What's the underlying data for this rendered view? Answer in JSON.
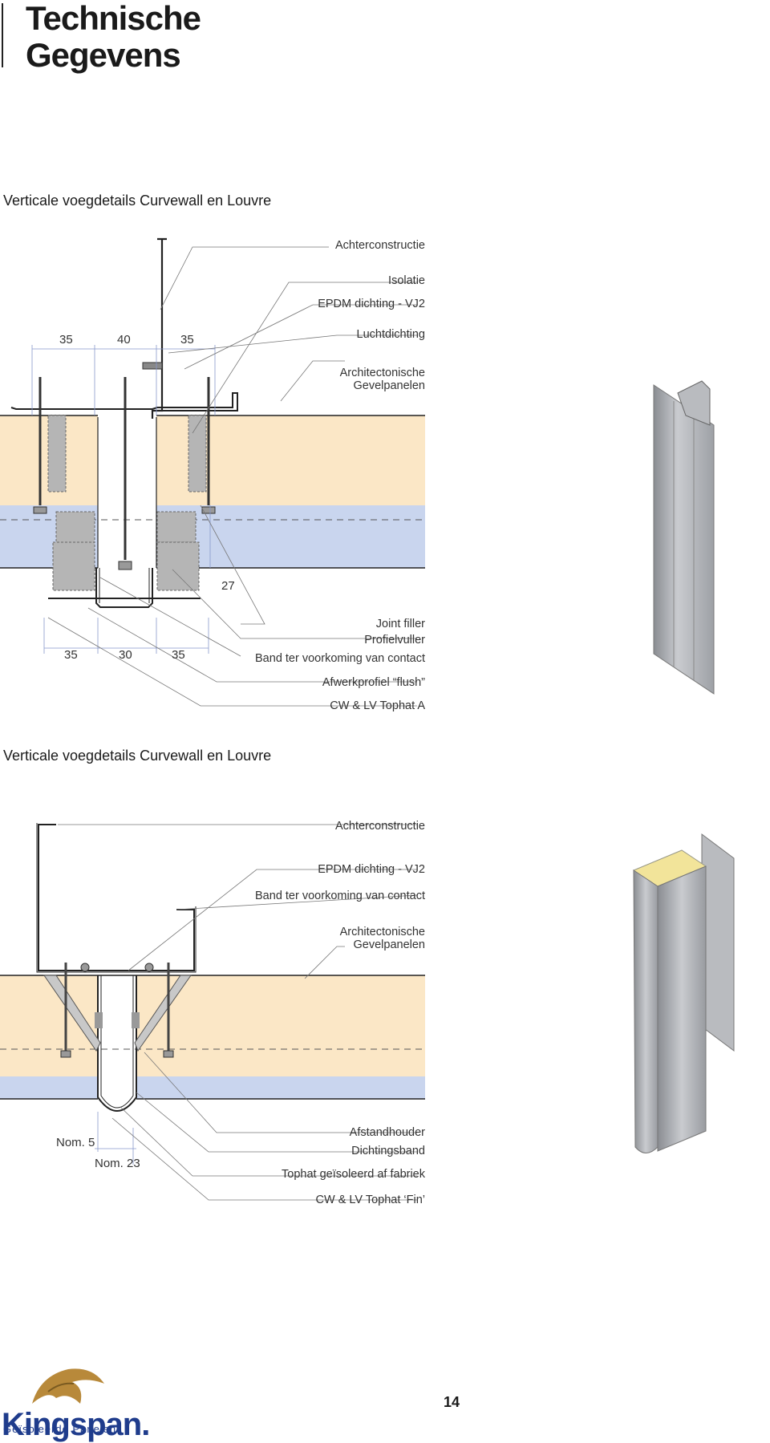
{
  "header": {
    "title_line1": "Technische",
    "title_line2": "Gegevens"
  },
  "detail1": {
    "heading": "Verticale voegdetails Curvewall en Louvre",
    "labels": {
      "achterconstructie": "Achterconstructie",
      "isolatie": "Isolatie",
      "epdm": "EPDM dichting - VJ2",
      "luchtdichting": "Luchtdichting",
      "panel1": "Architectonische",
      "panel2": "Gevelpanelen",
      "joint_filler": "Joint filler",
      "profielvuller": "Profielvuller",
      "band": "Band ter voorkoming van contact",
      "afwerkprofiel": "Afwerkprofiel “flush”",
      "tophat": "CW & LV Tophat A"
    },
    "dims_top": [
      "35",
      "40",
      "35"
    ],
    "dims_bottom": [
      "35",
      "30",
      "35"
    ],
    "dim_27": "27"
  },
  "detail2": {
    "heading": "Verticale voegdetails Curvewall en Louvre",
    "labels": {
      "achterconstructie": "Achterconstructie",
      "epdm": "EPDM dichting - VJ2",
      "band": "Band ter voorkoming van contact",
      "panel1": "Architectonische",
      "panel2": "Gevelpanelen",
      "afstandhouder": "Afstandhouder",
      "dichtingsband": "Dichtingsband",
      "tophat_geisoleerd": "Tophat geïsoleerd af fabriek",
      "tophat_fin": "CW & LV Tophat ‘Fin’"
    },
    "dim_nom5": "Nom. 5",
    "dim_nom23": "Nom. 23"
  },
  "footer": {
    "page_number": "14",
    "brand": "Kingspan.",
    "brand_sub": "Geïsoleerde Panelen"
  },
  "colors": {
    "insulation": "#fbe7c6",
    "liner": "#c9d5ee",
    "grey_fill": "#b5b5b5",
    "brand_blue": "#1f3c8c",
    "brand_gold": "#b8893a"
  }
}
